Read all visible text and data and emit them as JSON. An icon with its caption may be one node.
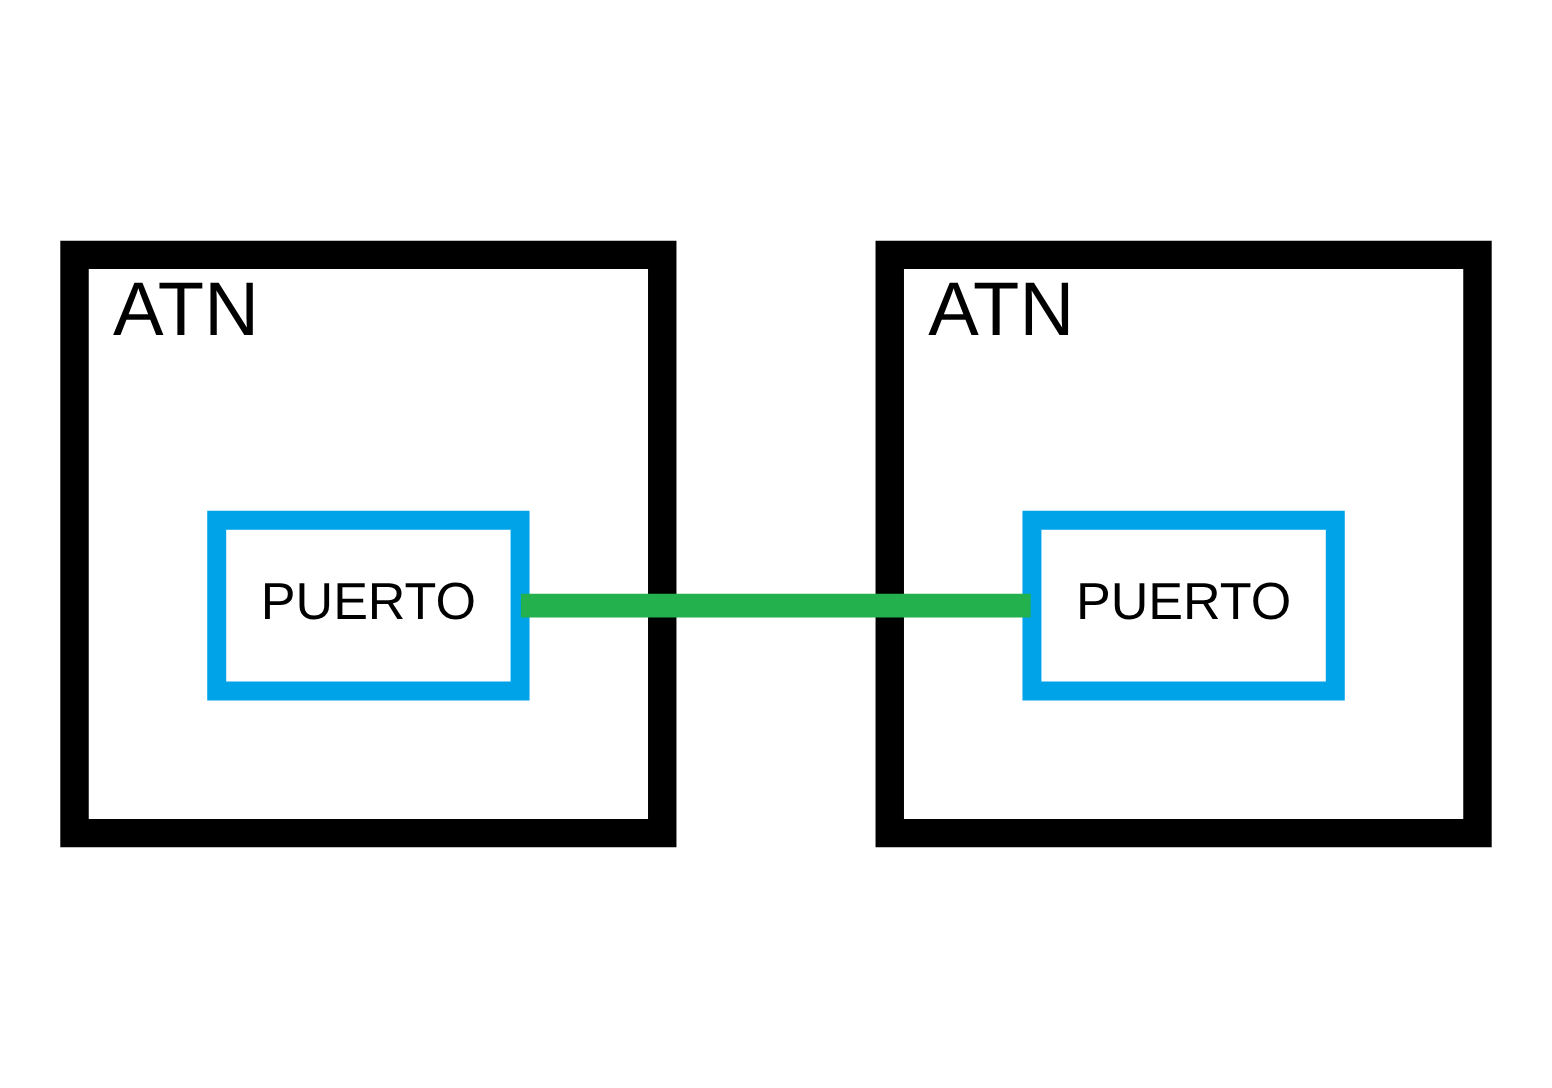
{
  "diagram": {
    "nodes": [
      {
        "text": [
          "ATN"
        ]
      },
      {
        "text": [
          "PUERTO"
        ],
        "in": 0
      },
      {
        "text": [
          "ATN"
        ]
      },
      {
        "text": [
          "PUERTO"
        ],
        "in": 2
      }
    ],
    "edges": [
      {
        "from": 1,
        "to": 3,
        "arrow": "none",
        "color": "#22b14c"
      }
    ]
  }
}
